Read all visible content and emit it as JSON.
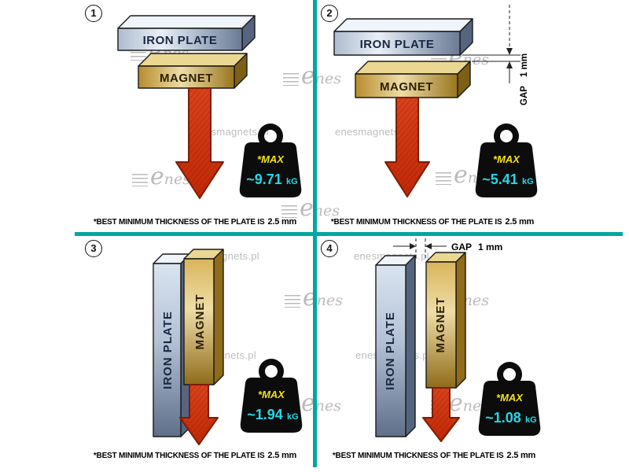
{
  "colors": {
    "divider": "#00a79e",
    "arrow_red": "#cf3410",
    "max_yellow": "#f2e118",
    "value_cyan": "#22d9e8",
    "plate_blue": "#aebccf",
    "magnet_gold": "#d9b55c",
    "weight_black": "#0c0c0c"
  },
  "watermarks": {
    "site": "enesmagnets.pl",
    "logo": "enes"
  },
  "labels": {
    "plate": "IRON PLATE",
    "magnet": "MAGNET",
    "max": "*MAX",
    "unit": "kG"
  },
  "footer": {
    "text": "*BEST MINIMUM THICKNESS OF THE PLATE IS",
    "bold": "2.5 mm"
  },
  "panels": [
    {
      "number": "1",
      "value": "~9.71"
    },
    {
      "number": "2",
      "value": "~5.41",
      "gap_label": "GAP",
      "gap_value": "1 mm"
    },
    {
      "number": "3",
      "value": "~1.94"
    },
    {
      "number": "4",
      "value": "~1.08",
      "gap_label": "GAP",
      "gap_value": "1 mm"
    }
  ]
}
